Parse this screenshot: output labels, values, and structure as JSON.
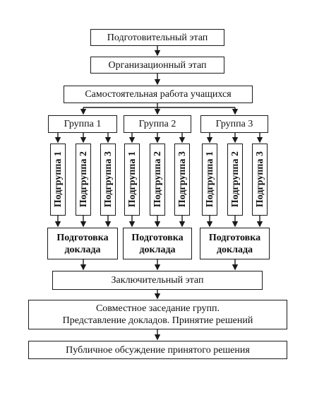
{
  "stages": {
    "preparatory": "Подготовительный этап",
    "organizational": "Организационный этап",
    "independent_work": "Самостоятельная работа учащихся",
    "final": "Заключительный этап",
    "joint_meeting_line1": "Совместное заседание групп.",
    "joint_meeting_line2": "Представление докладов. Принятие решений",
    "public_discussion": "Публичное обсуждение принятого решения"
  },
  "groups": [
    {
      "label": "Группа 1",
      "subgroups": [
        "Подгруппа 1",
        "Подгруппа 2",
        "Подгруппа 3"
      ],
      "report_line1": "Подготовка",
      "report_line2": "доклада"
    },
    {
      "label": "Группа 2",
      "subgroups": [
        "Подгруппа 1",
        "Подгруппа 2",
        "Подгруппа 3"
      ],
      "report_line1": "Подготовка",
      "report_line2": "доклада"
    },
    {
      "label": "Группа 3",
      "subgroups": [
        "Подгруппа 1",
        "Подгруппа 2",
        "Подгруппа 3"
      ],
      "report_line1": "Подготовка",
      "report_line2": "доклада"
    }
  ]
}
